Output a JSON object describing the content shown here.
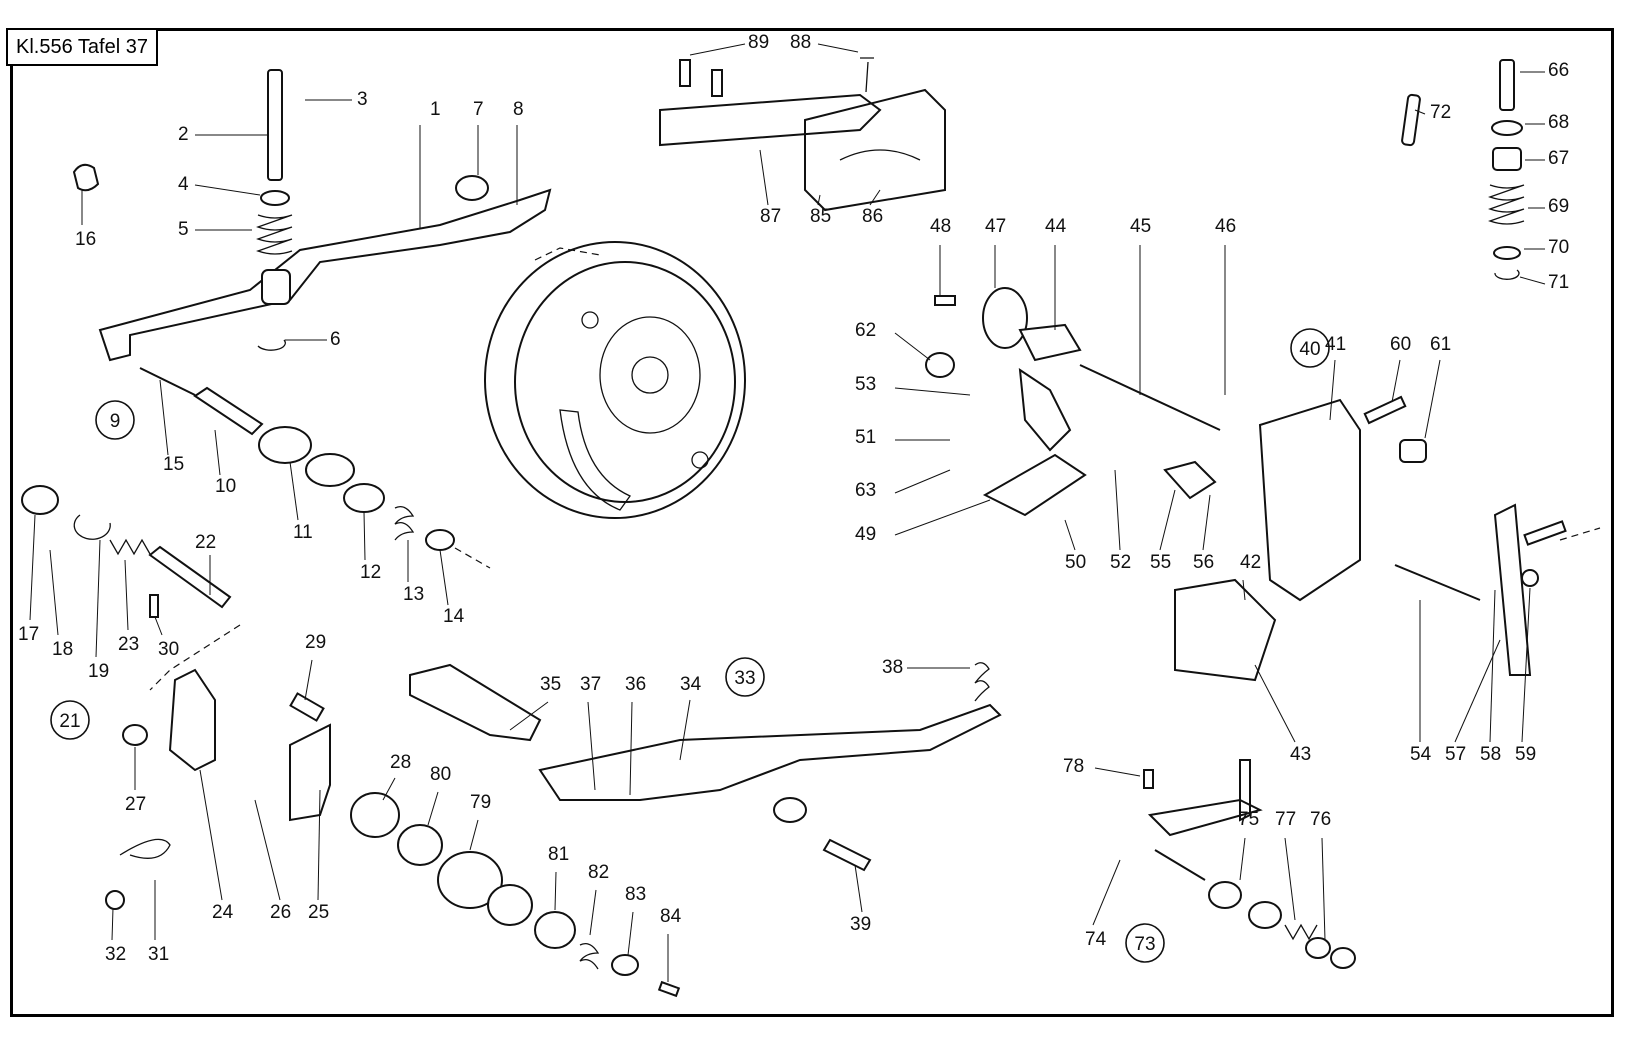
{
  "title": "Kl.556  Tafel 37",
  "callouts": [
    "1",
    "2",
    "3",
    "4",
    "5",
    "6",
    "7",
    "8",
    "10",
    "11",
    "12",
    "13",
    "14",
    "15",
    "16",
    "17",
    "18",
    "19",
    "22",
    "23",
    "24",
    "25",
    "26",
    "27",
    "28",
    "29",
    "30",
    "31",
    "32",
    "34",
    "35",
    "36",
    "37",
    "38",
    "39",
    "41",
    "42",
    "43",
    "44",
    "45",
    "46",
    "47",
    "48",
    "49",
    "50",
    "51",
    "52",
    "53",
    "54",
    "55",
    "56",
    "57",
    "58",
    "59",
    "60",
    "61",
    "62",
    "63",
    "66",
    "67",
    "68",
    "69",
    "70",
    "71",
    "72",
    "74",
    "75",
    "76",
    "77",
    "78",
    "79",
    "80",
    "81",
    "82",
    "83",
    "84",
    "85",
    "86",
    "87",
    "88",
    "89"
  ],
  "group_labels": [
    "9",
    "21",
    "33",
    "40",
    "73"
  ]
}
